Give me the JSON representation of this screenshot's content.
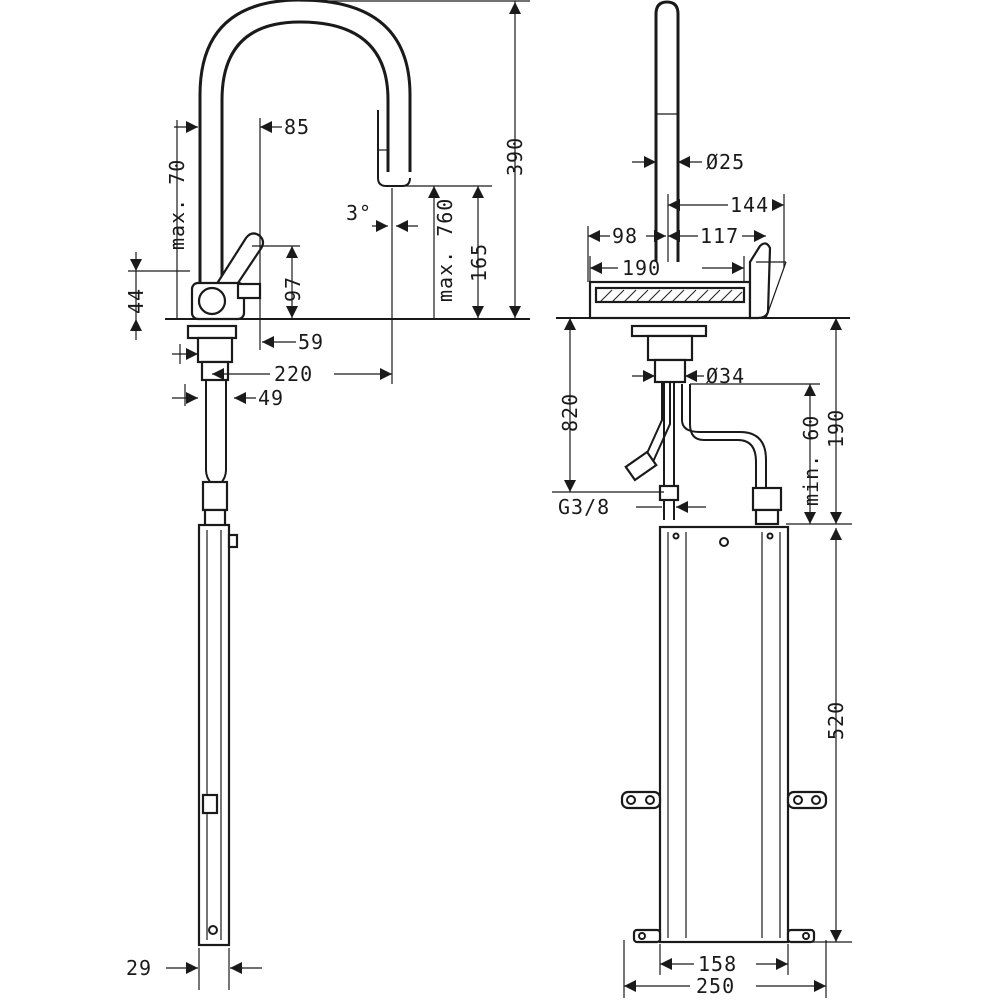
{
  "side_view": {
    "dims": {
      "max70": "max. 70",
      "d85": "85",
      "d3deg": "3°",
      "max760": "max. 760",
      "d165": "165",
      "d390": "390",
      "d44": "44",
      "d97": "97",
      "d59": "59",
      "d220": "220",
      "d49": "49",
      "d29": "29"
    }
  },
  "front_view": {
    "dims": {
      "dia25": "Ø25",
      "d144": "144",
      "d98": "98",
      "d117": "117",
      "d190_width": "190",
      "dia34": "Ø34",
      "d820": "820",
      "min60": "min. 60",
      "d190_height": "190",
      "g38": "G3/8",
      "d520": "520",
      "d158": "158",
      "d250": "250"
    }
  }
}
